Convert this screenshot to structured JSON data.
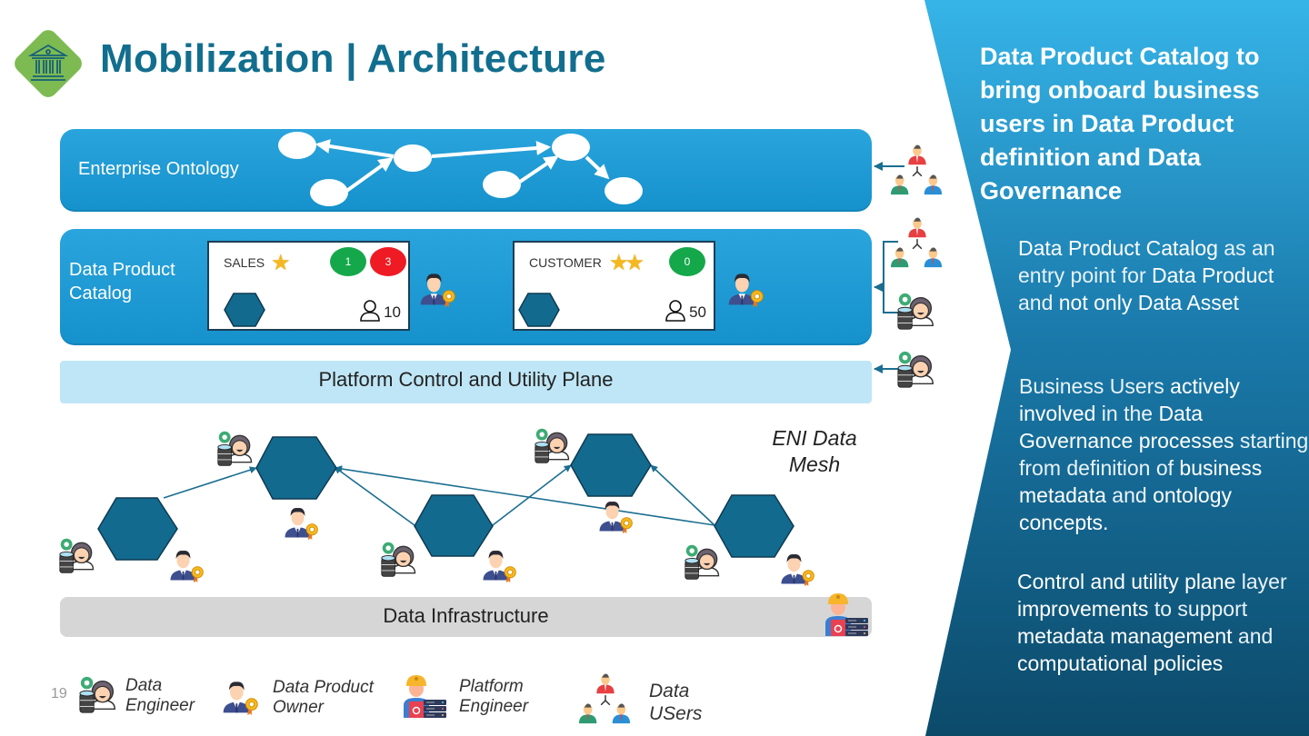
{
  "header": {
    "title": "Mobilization | Architecture",
    "logo_icon": "bank-building-icon",
    "logo_color": "#7dbb52",
    "title_color": "#126e8e"
  },
  "layers": {
    "enterprise_ontology": {
      "label": "Enterprise Ontology"
    },
    "data_product_catalog": {
      "label_line1": "Data Product",
      "label_line2": "Catalog"
    },
    "platform_control": {
      "label": "Platform Control and Utility Plane"
    },
    "data_infrastructure": {
      "label": "Data Infrastructure"
    }
  },
  "catalog_cards": [
    {
      "name": "SALES",
      "stars": 1,
      "star_glyph": "★",
      "badges": [
        {
          "value": "1",
          "color": "#15a84b"
        },
        {
          "value": "3",
          "color": "#ee1b24"
        }
      ],
      "users": "10"
    },
    {
      "name": "CUSTOMER",
      "stars": 2,
      "star_glyph": "★★",
      "badges": [
        {
          "value": "0",
          "color": "#15a84b"
        }
      ],
      "users": "50"
    }
  ],
  "mesh": {
    "label_line1": "ENI Data",
    "label_line2": "Mesh",
    "node_color": "#126b8f"
  },
  "legend": {
    "page_number": "19",
    "items": [
      {
        "icon": "data-engineer-icon",
        "line1": "Data",
        "line2": "Engineer"
      },
      {
        "icon": "data-product-owner-icon",
        "line1": "Data Product",
        "line2": "Owner"
      },
      {
        "icon": "platform-engineer-icon",
        "line1": "Platform",
        "line2": "Engineer"
      },
      {
        "icon": "data-users-icon",
        "line1": "Data",
        "line2": "USers"
      }
    ]
  },
  "panel": {
    "title": "Data Product Catalog to bring onboard business users in Data Product definition and Data Governance",
    "points": [
      [
        {
          "t": "Data Product Catalog",
          "b": true
        },
        {
          "t": " as an entry point for ",
          "b": false
        },
        {
          "t": "Data Product",
          "b": true
        },
        {
          "t": " and ",
          "b": false
        },
        {
          "t": "not only Data Asset",
          "b": true
        }
      ],
      [
        {
          "t": "Business Users ",
          "b": false
        },
        {
          "t": "actively involved",
          "b": true
        },
        {
          "t": " in the ",
          "b": false
        },
        {
          "t": "Data Governance processes",
          "b": true
        },
        {
          "t": " starting from definition of ",
          "b": false
        },
        {
          "t": "business metadata",
          "b": true
        },
        {
          "t": " and ",
          "b": false
        },
        {
          "t": "ontology concepts.",
          "b": true
        }
      ],
      [
        {
          "t": "Control and utility plane",
          "b": true
        },
        {
          "t": " layer ",
          "b": false
        },
        {
          "t": "improvements",
          "b": true
        },
        {
          "t": " to support ",
          "b": false
        },
        {
          "t": "metadata management",
          "b": true
        },
        {
          "t": " and ",
          "b": false
        },
        {
          "t": "computational policies",
          "b": true
        }
      ]
    ],
    "gradient_top": "#36b4e8",
    "gradient_bottom": "#0d4d6e"
  }
}
